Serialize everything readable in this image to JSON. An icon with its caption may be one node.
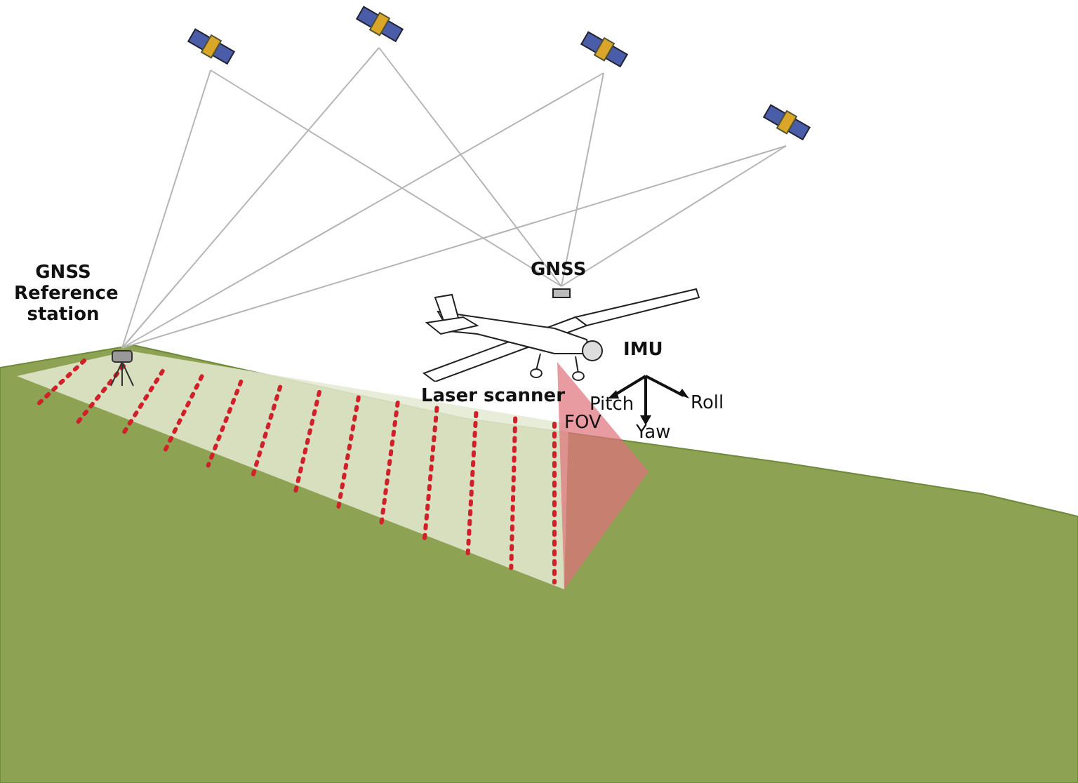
{
  "diagram": {
    "nodes": [
      {
        "text": [],
        "shape": "picture"
      },
      {
        "text": [],
        "shape": "picture"
      },
      {
        "text": [],
        "shape": "picture"
      },
      {
        "text": [],
        "shape": "picture"
      },
      {
        "text": [],
        "shape": "picture",
        "beside": [
          "GNSS Reference station"
        ]
      },
      {
        "text": [],
        "shape": "picture",
        "beside": [
          "GNSS"
        ]
      }
    ],
    "edges": [
      {
        "from": 0,
        "to": 4,
        "arrow": "none"
      },
      {
        "from": 0,
        "to": 5,
        "arrow": "none"
      },
      {
        "from": 1,
        "to": 4,
        "arrow": "none"
      },
      {
        "from": 1,
        "to": 5,
        "arrow": "none"
      },
      {
        "from": 2,
        "to": 4,
        "arrow": "none"
      },
      {
        "from": 2,
        "to": 5,
        "arrow": "none"
      },
      {
        "from": 3,
        "to": 4,
        "arrow": "none"
      },
      {
        "from": 3,
        "to": 5,
        "arrow": "none"
      }
    ],
    "labels": [
      "Laser scanner",
      "IMU",
      "Pitch",
      "Roll",
      "Yaw",
      "FOV"
    ]
  }
}
